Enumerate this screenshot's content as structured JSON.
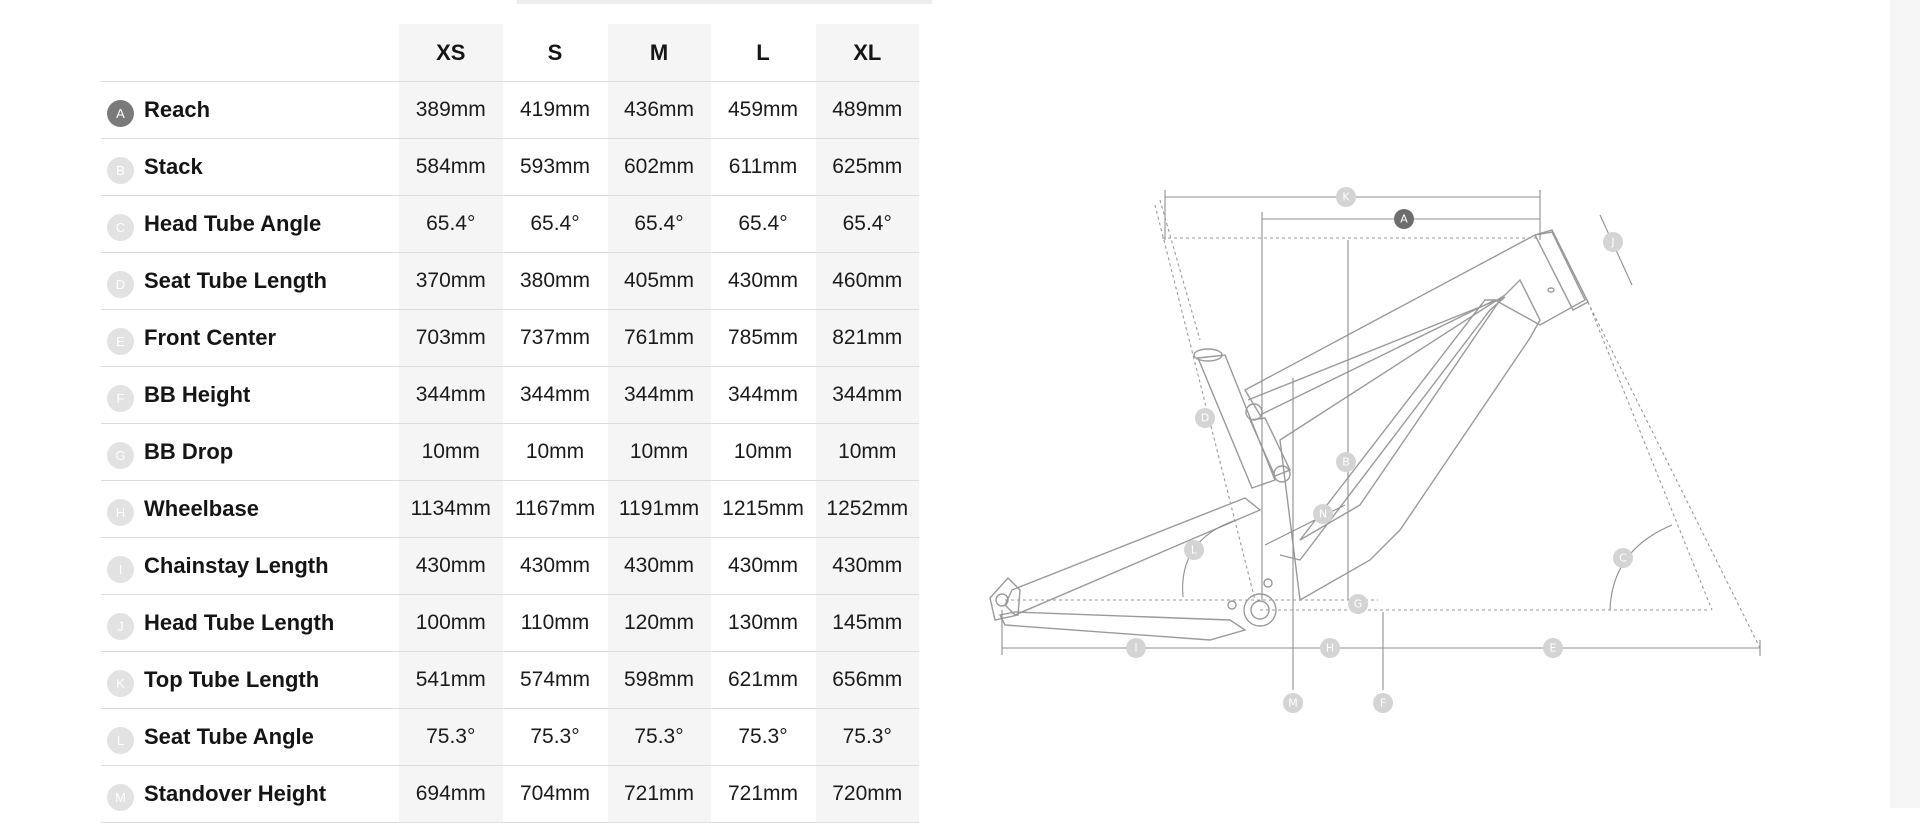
{
  "table": {
    "sizes": [
      "XS",
      "S",
      "M",
      "L",
      "XL"
    ],
    "rows": [
      {
        "letter": "A",
        "label": "Reach",
        "values": [
          "389mm",
          "419mm",
          "436mm",
          "459mm",
          "489mm"
        ]
      },
      {
        "letter": "B",
        "label": "Stack",
        "values": [
          "584mm",
          "593mm",
          "602mm",
          "611mm",
          "625mm"
        ]
      },
      {
        "letter": "C",
        "label": "Head Tube Angle",
        "values": [
          "65.4°",
          "65.4°",
          "65.4°",
          "65.4°",
          "65.4°"
        ]
      },
      {
        "letter": "D",
        "label": "Seat Tube Length",
        "values": [
          "370mm",
          "380mm",
          "405mm",
          "430mm",
          "460mm"
        ]
      },
      {
        "letter": "E",
        "label": "Front Center",
        "values": [
          "703mm",
          "737mm",
          "761mm",
          "785mm",
          "821mm"
        ]
      },
      {
        "letter": "F",
        "label": "BB Height",
        "values": [
          "344mm",
          "344mm",
          "344mm",
          "344mm",
          "344mm"
        ]
      },
      {
        "letter": "G",
        "label": "BB Drop",
        "values": [
          "10mm",
          "10mm",
          "10mm",
          "10mm",
          "10mm"
        ]
      },
      {
        "letter": "H",
        "label": "Wheelbase",
        "values": [
          "1134mm",
          "1167mm",
          "1191mm",
          "1215mm",
          "1252mm"
        ]
      },
      {
        "letter": "I",
        "label": "Chainstay Length",
        "values": [
          "430mm",
          "430mm",
          "430mm",
          "430mm",
          "430mm"
        ]
      },
      {
        "letter": "J",
        "label": "Head Tube Length",
        "values": [
          "100mm",
          "110mm",
          "120mm",
          "130mm",
          "145mm"
        ]
      },
      {
        "letter": "K",
        "label": "Top Tube Length",
        "values": [
          "541mm",
          "574mm",
          "598mm",
          "621mm",
          "656mm"
        ]
      },
      {
        "letter": "L",
        "label": "Seat Tube Angle",
        "values": [
          "75.3°",
          "75.3°",
          "75.3°",
          "75.3°",
          "75.3°"
        ]
      },
      {
        "letter": "M",
        "label": "Standover Height",
        "values": [
          "694mm",
          "704mm",
          "721mm",
          "721mm",
          "720mm"
        ]
      }
    ],
    "highlighted_letter": "A"
  },
  "diagram": {
    "labels": {
      "A": "A",
      "B": "B",
      "C": "C",
      "D": "D",
      "E": "E",
      "F": "F",
      "G": "G",
      "H": "H",
      "I": "I",
      "J": "J",
      "K": "K",
      "L": "L",
      "M": "M",
      "N": "N"
    }
  },
  "colors": {
    "badge_inactive": "#e2e2e2",
    "badge_active": "#7a7a7a",
    "column_shade": "#f5f5f5",
    "row_divider": "#dcdcdc",
    "diagram_line": "#9a9a9a"
  }
}
